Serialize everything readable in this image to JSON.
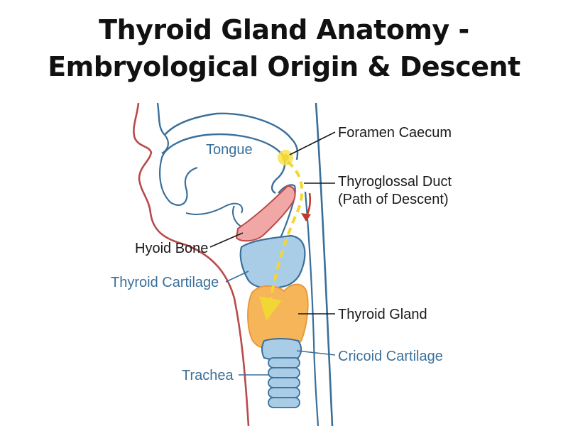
{
  "title": {
    "line1": "Thyroid Gland Anatomy -",
    "line2": "Embryological Origin & Descent"
  },
  "labels": {
    "tongue": "Tongue",
    "foramen_caecum": "Foramen Caecum",
    "thyroglossal_duct_line1": "Thyroglossal Duct",
    "thyroglossal_duct_line2": "(Path of Descent)",
    "hyoid_bone": "Hyoid Bone",
    "thyroid_cartilage": "Thyroid Cartilage",
    "thyroid_gland": "Thyroid Gland",
    "cricoid_cartilage": "Cricoid Cartilage",
    "trachea": "Trachea"
  },
  "colors": {
    "outline_blue": "#3a6f9a",
    "skin_red": "#b84a4a",
    "hyoid_pink": "#f2a7a7",
    "cartilage_blue": "#a9cde6",
    "thyroid_orange": "#f7b55a",
    "duct_yellow": "#f2d633",
    "arrow_red": "#c0392b"
  }
}
